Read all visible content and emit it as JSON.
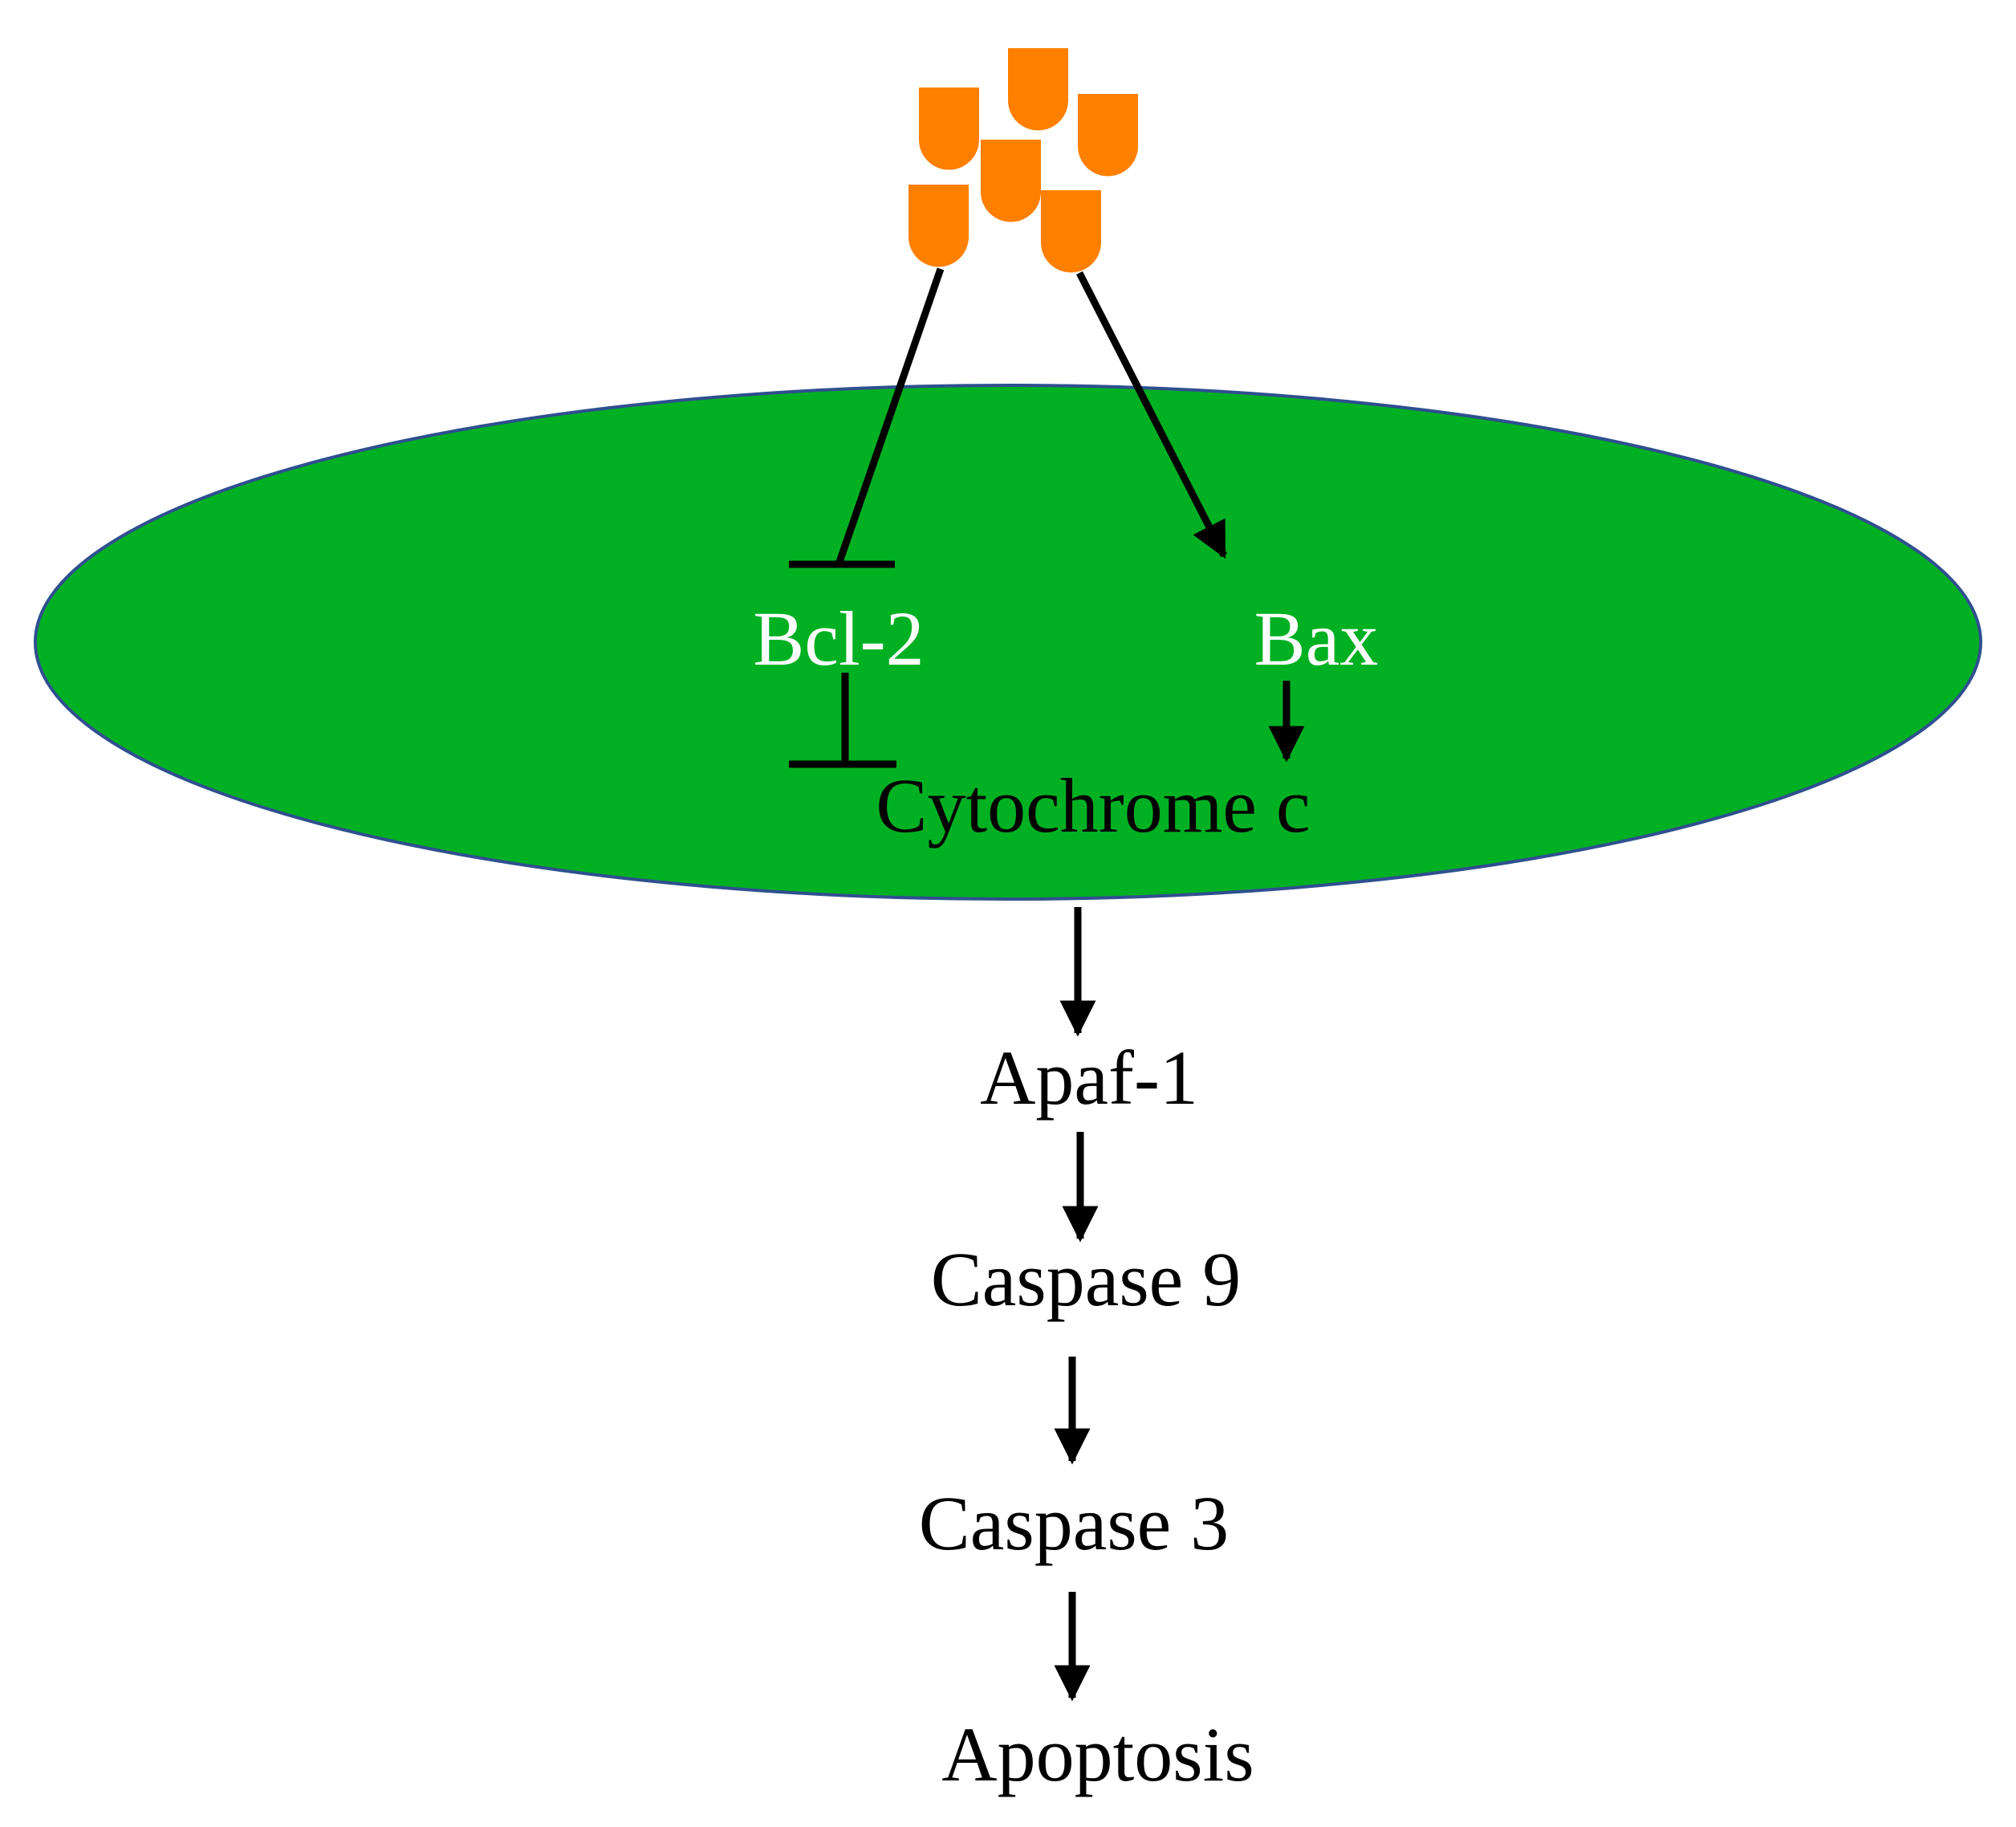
{
  "colors": {
    "background": "#ffffff",
    "membrane_fill": "#00b023",
    "membrane_stroke": "#2f4f8f",
    "particle": "#ff7f00",
    "inner_text": "#ffffff",
    "outer_text": "#000000",
    "arrow": "#000000"
  },
  "nodes": {
    "bcl2": "Bcl-2",
    "bax": "Bax",
    "cytochrome_c": "Cytochrome c",
    "apaf1": "Apaf-1",
    "caspase9": "Caspase 9",
    "caspase3": "Caspase 3",
    "apoptosis": "Apoptosis"
  },
  "edges": [
    {
      "from": "particles",
      "to": "bcl2",
      "type": "inhibition"
    },
    {
      "from": "particles",
      "to": "bax",
      "type": "activation"
    },
    {
      "from": "bcl2",
      "to": "cytochrome_c",
      "type": "inhibition"
    },
    {
      "from": "bax",
      "to": "cytochrome_c",
      "type": "activation"
    },
    {
      "from": "cytochrome_c",
      "to": "apaf1",
      "type": "activation"
    },
    {
      "from": "apaf1",
      "to": "caspase9",
      "type": "activation"
    },
    {
      "from": "caspase9",
      "to": "caspase3",
      "type": "activation"
    },
    {
      "from": "caspase3",
      "to": "apoptosis",
      "type": "activation"
    }
  ]
}
